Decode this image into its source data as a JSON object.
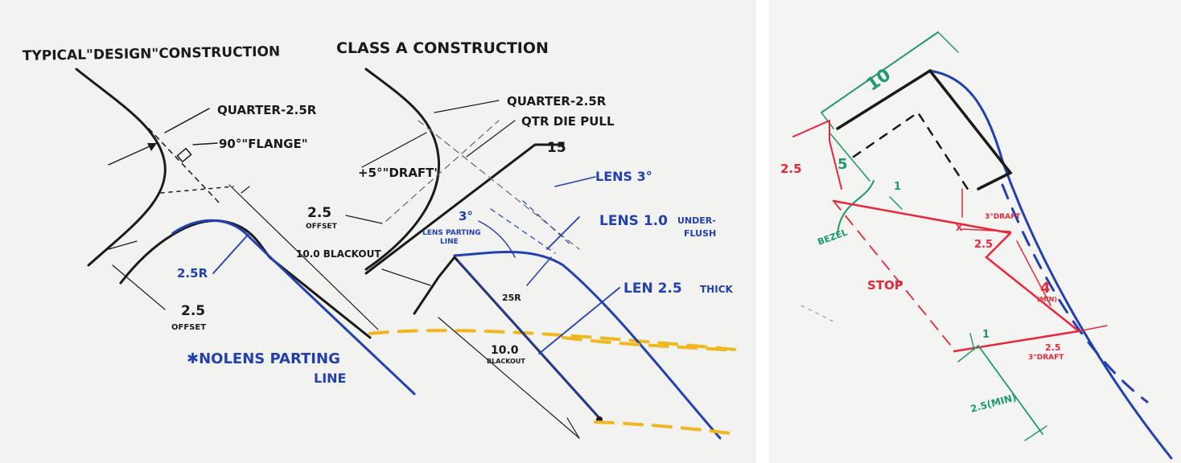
{
  "left": {
    "titles": {
      "typical": "TYPICAL\"DESIGN\"CONSTRUCTION",
      "class_a": "CLASS A CONSTRUCTION"
    },
    "typical_labels": {
      "quarter": "QUARTER-2.5R",
      "flange": "90°\"FLANGE\"",
      "radius": "2.5R",
      "offset_value": "2.5",
      "offset_word": "OFFSET",
      "no_lens": "✱NOLENS PARTING",
      "no_lens_line": "LINE"
    },
    "class_a_labels": {
      "quarter": "QUARTER-2.5R",
      "die_pull": "QTR DIE PULL",
      "draft": "+5°\"DRAFT\"",
      "fifteen": "15",
      "lens3": "LENS 3°",
      "offset_value": "2.5",
      "offset_word": "OFFSET",
      "blackout": "10.0 BLACKOUT",
      "three_deg": "3°",
      "lens_parting": "LENS PARTING",
      "lens_parting_line": "LINE",
      "lens_underflush": "LENS 1.0",
      "under": "UNDER-",
      "flush": "FLUSH",
      "radius": "25R",
      "len_thick": "LEN 2.5",
      "thick": "THICK",
      "blackout_value": "10.0",
      "blackout_word": "BLACKOUT"
    }
  },
  "right": {
    "labels": {
      "ten": "10",
      "two_five_red": "2.5",
      "five": "5",
      "one_top": "1",
      "bezel": "BEZEL",
      "three_draft_top": "3°DRAFT",
      "x": "X",
      "two_five_mid": "2.5",
      "stop": "STOP",
      "four": "4",
      "min_four": "(MIN)",
      "one_bottom": "1",
      "two_five_bottom": "2.5",
      "three_draft_bottom": "3°DRAFT",
      "two_five_min": "2.5(MIN)"
    }
  },
  "colors": {
    "black": "#1a1a1a",
    "blue": "#2340b0",
    "yellow": "#f0b820",
    "red": "#e8283a",
    "green": "#1f9a6a",
    "grey_dash": "#8a8a8a"
  }
}
